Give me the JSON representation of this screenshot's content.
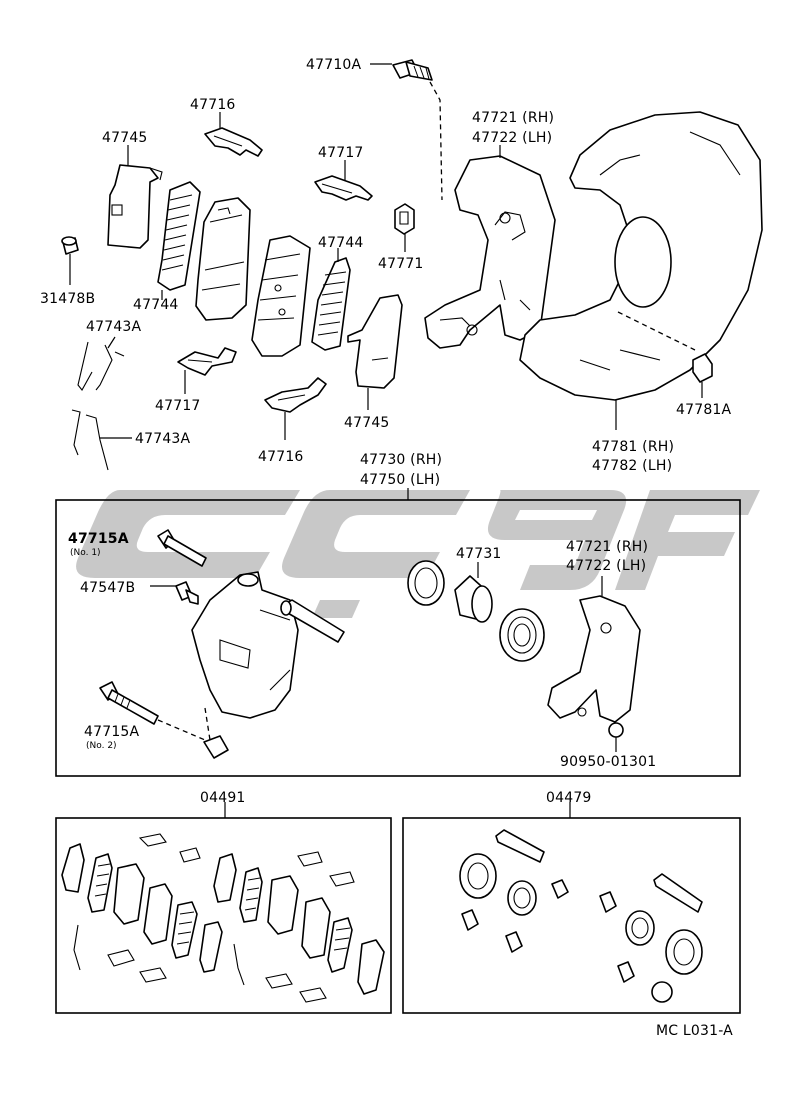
{
  "labels": {
    "p47710A": "47710A",
    "p47716_top": "47716",
    "p47745_top": "47745",
    "p47717_top": "47717",
    "p47721_top": "47721 (RH)",
    "p47722_top": "47722 (LH)",
    "p47744_left": "47744",
    "p47744_right": "47744",
    "p47771": "47771",
    "p31478B": "31478B",
    "p47743A_top": "47743A",
    "p47717_bottom": "47717",
    "p47745_bottom": "47745",
    "p47781A": "47781A",
    "p47743A_bottom": "47743A",
    "p47716_bottom": "47716",
    "p47781": "47781 (RH)",
    "p47782": "47782 (LH)",
    "p47730": "47730 (RH)",
    "p47750": "47750 (LH)",
    "p47715A_1": "47715A",
    "p47715A_1_sub": "(No. 1)",
    "p47731": "47731",
    "p47721_mid": "47721 (RH)",
    "p47722_mid": "47722 (LH)",
    "p47547B": "47547B",
    "p47715A_2": "47715A",
    "p47715A_2_sub": "(No. 2)",
    "p90950": "90950-01301",
    "p04491": "04491",
    "p04479": "04479",
    "ref_code": "MC L031-A"
  }
}
